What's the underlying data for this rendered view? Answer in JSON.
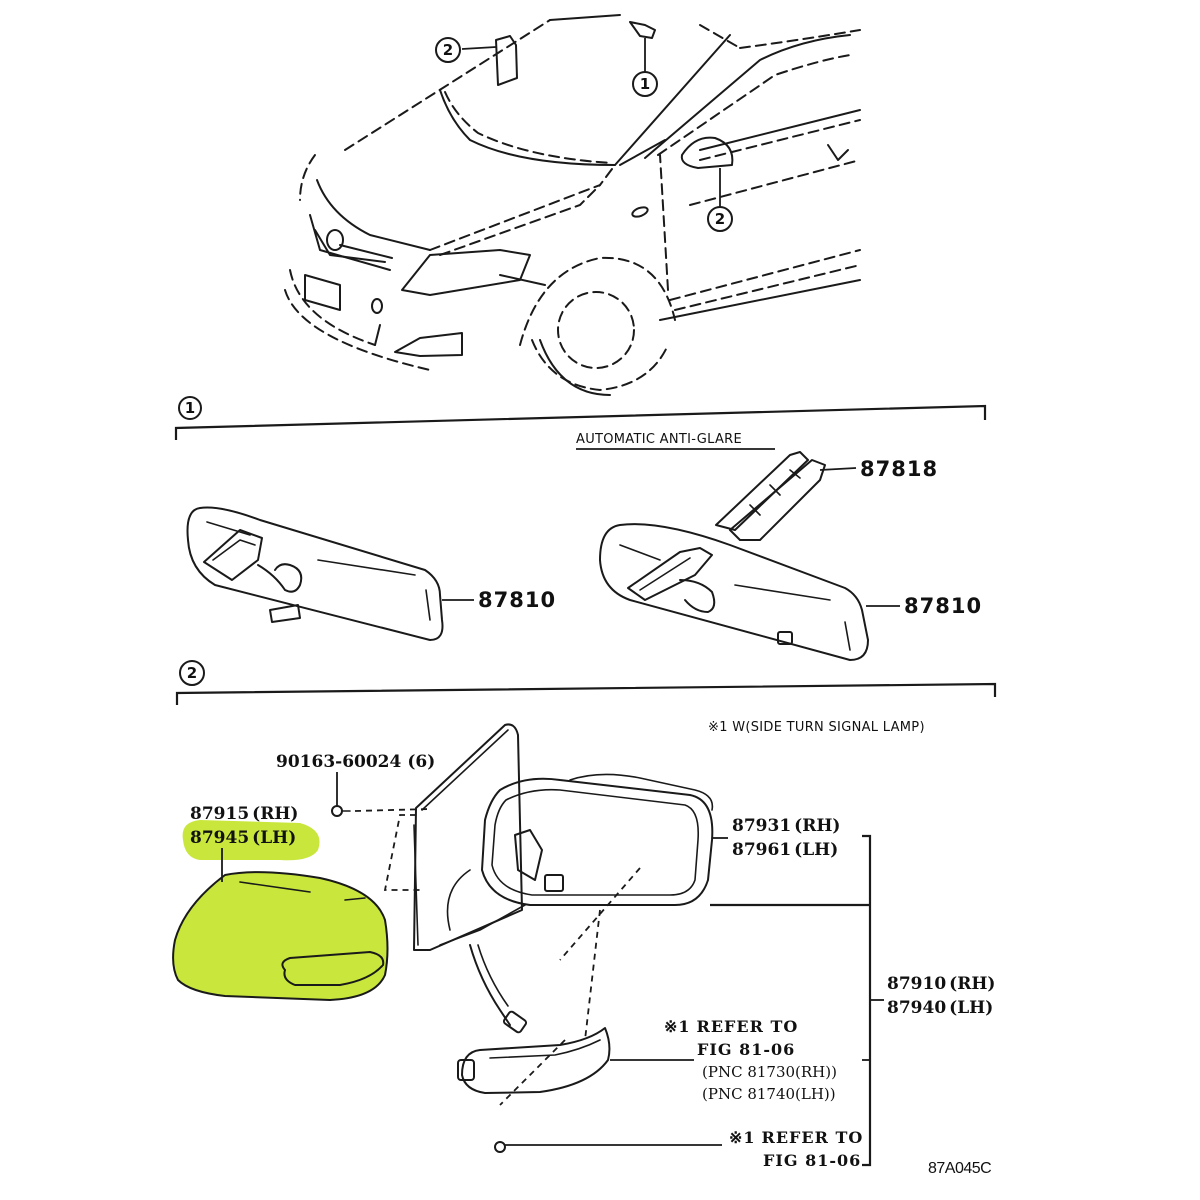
{
  "diagram": {
    "title": "Rear view mirror & outer mirror parts diagram",
    "highlight_color": "#c8e63c",
    "figure_id": "87A045C",
    "callouts": {
      "one": "1",
      "two": "2"
    },
    "section_1": {
      "callout": "1",
      "subtitle": "AUTOMATIC ANTI-GLARE",
      "parts": [
        {
          "number": "87810",
          "name": "inner-mirror-standard"
        },
        {
          "number": "87818",
          "name": "mirror-cover"
        },
        {
          "number": "87810",
          "name": "inner-mirror-anti-glare"
        }
      ]
    },
    "section_2": {
      "callout": "2",
      "note": "※1 W(SIDE TURN SIGNAL LAMP)",
      "screw": {
        "number": "90163-60024",
        "qty": "(6)"
      },
      "mirror_cover": {
        "rh": "87915",
        "rh_label": "(RH)",
        "lh": "87945",
        "lh_label": "(LH)"
      },
      "mirror_housing": {
        "rh": "87931",
        "rh_label": "(RH)",
        "lh": "87961",
        "lh_label": "(LH)"
      },
      "outer_mirror_assy": {
        "rh": "87910",
        "rh_label": "(RH)",
        "lh": "87940",
        "lh_label": "(LH)"
      },
      "refer_1": {
        "mark": "※1",
        "line1": "REFER TO",
        "line2": "FIG 81-06",
        "pnc_rh": "(PNC 81730(RH))",
        "pnc_lh": "(PNC 81740(LH))"
      },
      "refer_2": {
        "mark": "※1",
        "line1": "REFER TO",
        "line2": "FIG 81-06"
      }
    }
  }
}
